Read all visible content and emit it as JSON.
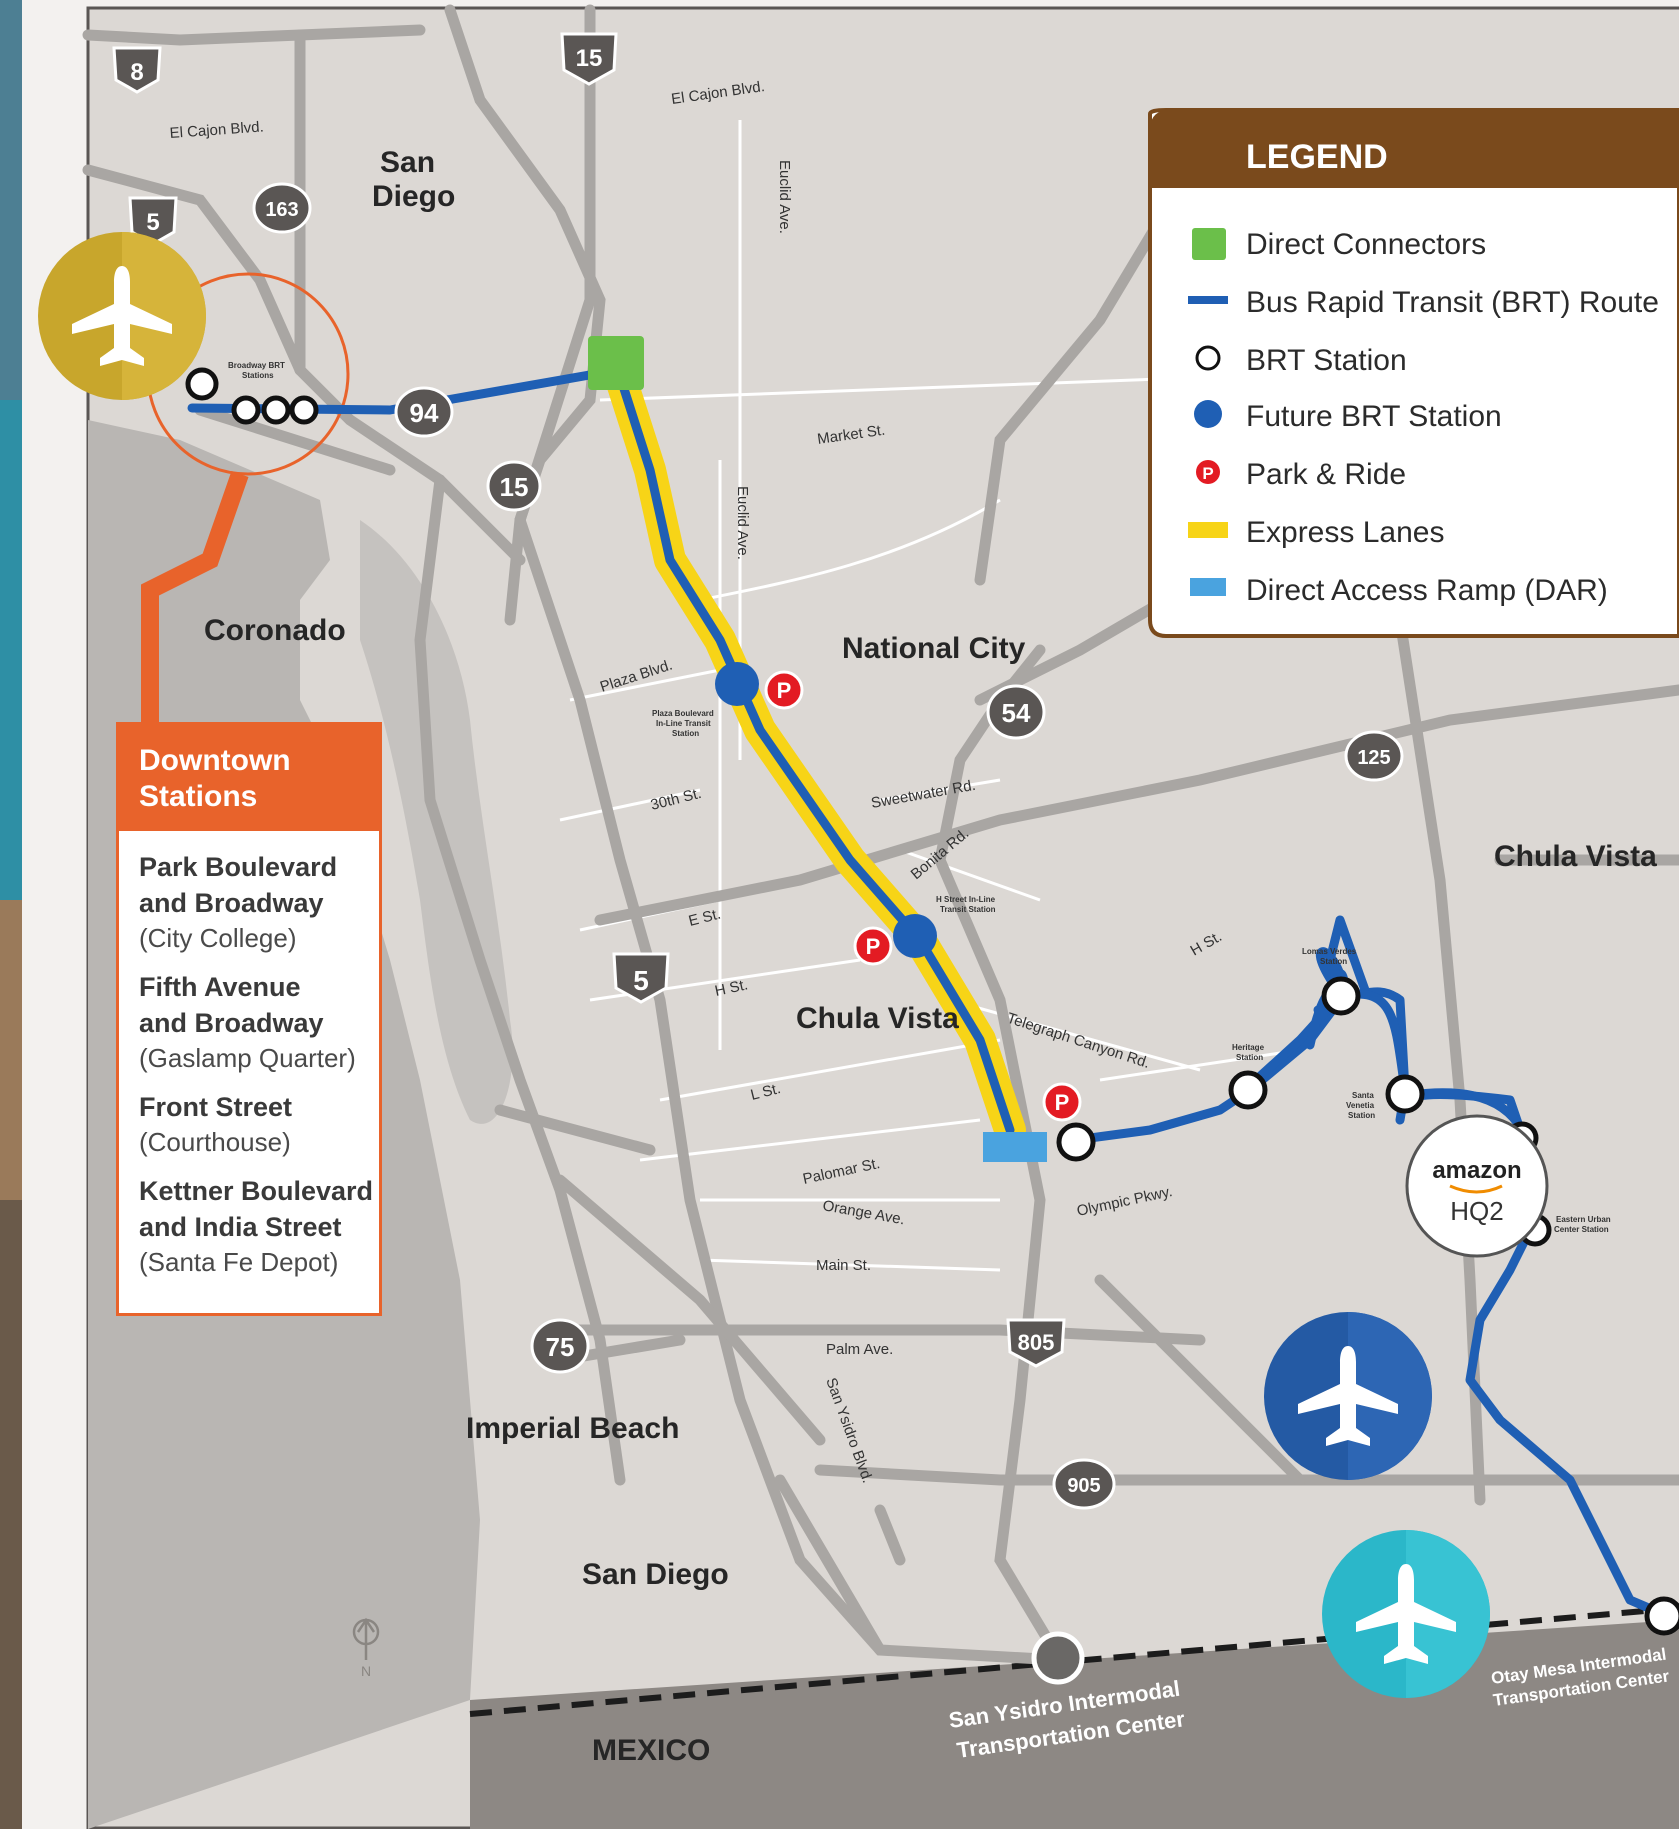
{
  "legend": {
    "title": "LEGEND",
    "items": [
      {
        "label": "Direct Connectors",
        "color": "#6bbf4a",
        "symbol": "square"
      },
      {
        "label": "Bus Rapid Transit (BRT) Route",
        "color": "#1f5fb4",
        "symbol": "line"
      },
      {
        "label": "BRT Station",
        "color": "#ffffff",
        "symbol": "open-circle"
      },
      {
        "label": "Future BRT Station",
        "color": "#1f5fb4",
        "symbol": "filled-circle"
      },
      {
        "label": "Park & Ride",
        "color": "#e31b23",
        "symbol": "p-circle"
      },
      {
        "label": "Express Lanes",
        "color": "#f7d417",
        "symbol": "bar"
      },
      {
        "label": "Direct Access Ramp (DAR)",
        "color": "#4aa3df",
        "symbol": "bar"
      }
    ]
  },
  "downtown": {
    "title_line1": "Downtown",
    "title_line2": "Stations",
    "stations": [
      {
        "line1": "Park Boulevard",
        "line2": "and Broadway",
        "sub": "(City College)"
      },
      {
        "line1": "Fifth Avenue",
        "line2": "and Broadway",
        "sub": "(Gaslamp Quarter)"
      },
      {
        "line1": "Front Street",
        "line2": "",
        "sub": "(Courthouse)"
      },
      {
        "line1": "Kettner Boulevard",
        "line2": "and India Street",
        "sub": "(Santa Fe Depot)"
      }
    ]
  },
  "places": {
    "san_diego_top_1": "San",
    "san_diego_top_2": "Diego",
    "coronado": "Coronado",
    "national_city": "National City",
    "chula_vista_center": "Chula Vista",
    "chula_vista_east": "Chula Vista",
    "imperial_beach": "Imperial Beach",
    "san_diego_south": "San Diego",
    "mexico": "MEXICO"
  },
  "streets": {
    "el_cajon_1": "El Cajon Blvd.",
    "el_cajon_2": "El Cajon Blvd.",
    "euclid_1": "Euclid Ave.",
    "euclid_2": "Euclid Ave.",
    "market": "Market St.",
    "plaza": "Plaza Blvd.",
    "thirtieth": "30th St.",
    "sweetwater": "Sweetwater Rd.",
    "bonita": "Bonita Rd.",
    "e_st": "E St.",
    "h_st_west": "H St.",
    "h_st_east": "H St.",
    "telegraph": "Telegraph Canyon Rd.",
    "l_st": "L St.",
    "palomar": "Palomar St.",
    "orange": "Orange Ave.",
    "olympic": "Olympic Pkwy.",
    "main": "Main St.",
    "palm": "Palm Ave.",
    "san_ysidro_blvd": "San Ysidro Blvd."
  },
  "highways": {
    "i8": "8",
    "i15_top": "15",
    "i5_top": "5",
    "sr163": "163",
    "sr94": "94",
    "i15_mid": "15",
    "i5_mid": "5",
    "sr54": "54",
    "sr125": "125",
    "sr75": "75",
    "i805": "805",
    "sr905": "905"
  },
  "station_labels": {
    "broadway_1": "Broadway BRT",
    "broadway_2": "Stations",
    "plaza_1": "Plaza Boulevard",
    "plaza_2": "In-Line Transit",
    "plaza_3": "Station",
    "h_street_1": "H Street In-Line",
    "h_street_2": "Transit Station",
    "lomas_1": "Lomas Verdes",
    "lomas_2": "Station",
    "heritage_1": "Heritage",
    "heritage_2": "Station",
    "santa_1": "Santa",
    "santa_2": "Venetia",
    "santa_3": "Station",
    "eastern_1": "Eastern Urban",
    "eastern_2": "Center Station",
    "san_ysidro_1": "San Ysidro Intermodal",
    "san_ysidro_2": "Transportation Center",
    "otay_1": "Otay Mesa Intermodal",
    "otay_2": "Transportation Center"
  },
  "amazon": {
    "line1": "amazon",
    "line2": "HQ2"
  },
  "north_label": "N",
  "colors": {
    "land": "#dcd8d4",
    "water": "#b9b6b3",
    "road": "#a9a6a3",
    "minor_road": "#ffffff",
    "brt": "#1f5fb4",
    "express": "#f7d417",
    "direct_connector": "#6bbf4a",
    "dar": "#4aa3df",
    "park_ride": "#e31b23",
    "downtown": "#e8632b",
    "legend_header": "#7a4a1c",
    "airport_gold": "#c8a62c",
    "airport_blue": "#245aa4",
    "airport_teal": "#2bb7c9"
  },
  "icons": [
    "airplane-icon",
    "north-arrow-icon",
    "amazon-logo"
  ]
}
